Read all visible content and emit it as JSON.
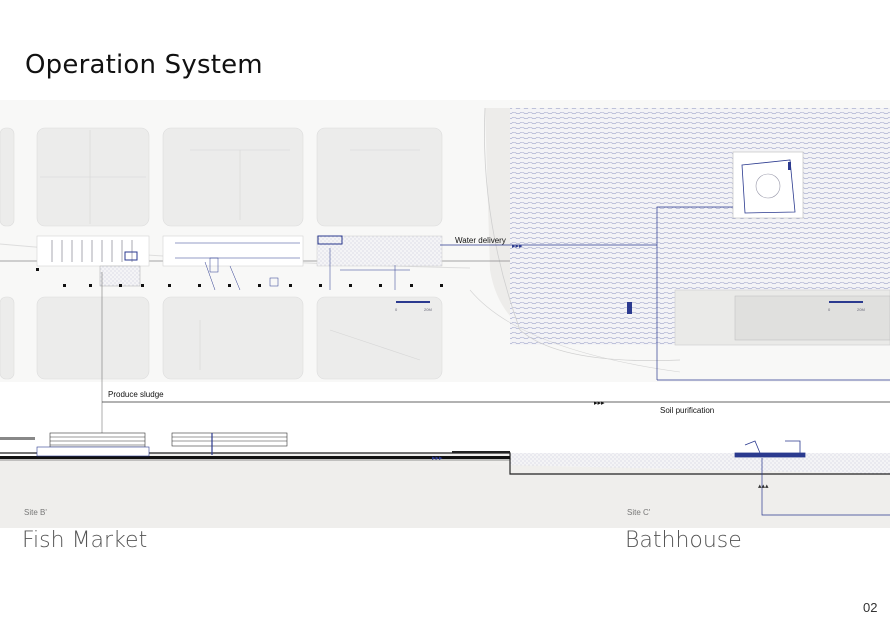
{
  "title": "Operation System",
  "flows": {
    "water_delivery": "Water delivery",
    "produce_sludge": "Produce sludge",
    "soil_purification": "Soil purification"
  },
  "sites": [
    {
      "code": "Site B'",
      "name": "Fish Market"
    },
    {
      "code": "Site C'",
      "name": "Bathhouse"
    }
  ],
  "scale_bar": {
    "start": "0",
    "end": "20M"
  },
  "page_number": "02",
  "colors": {
    "accent": "#2b3a8f",
    "ground": "#efeeec",
    "plan_bg": "#f7f7f6"
  }
}
